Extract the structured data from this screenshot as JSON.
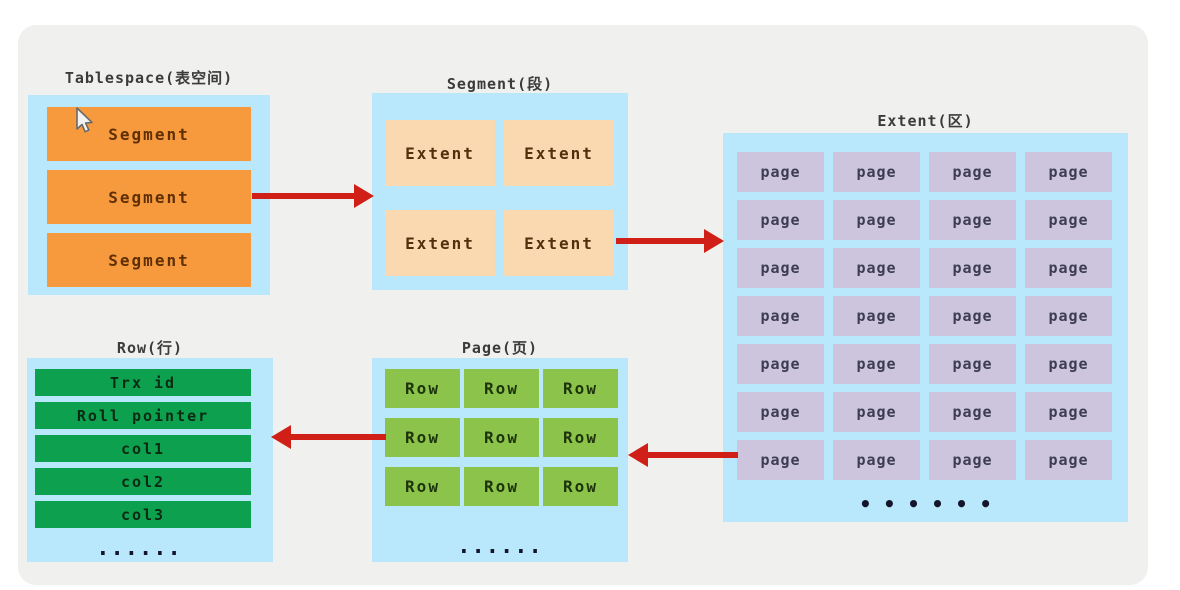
{
  "colors": {
    "panel_bg": "#f0f0ee",
    "container_blue": "#b9e7fb",
    "segment_orange": "#f79a3d",
    "extent_peach": "#fbd9b0",
    "page_lavender": "#cdc4dd",
    "row_field_green": "#0da04f",
    "row_cell_green": "#8cc44b",
    "arrow_red": "#cf1f16",
    "title_text": "#3b3b3b"
  },
  "tablespace": {
    "title": "Tablespace(表空间)",
    "segments": [
      "Segment",
      "Segment",
      "Segment"
    ]
  },
  "segment": {
    "title": "Segment(段)",
    "extents": [
      "Extent",
      "Extent",
      "Extent",
      "Extent"
    ]
  },
  "extent": {
    "title": "Extent(区)",
    "grid": {
      "rows": 7,
      "cols": 4,
      "label": "page"
    },
    "ellipsis": "••••••"
  },
  "page": {
    "title": "Page(页)",
    "grid": {
      "rows": 3,
      "cols": 3,
      "label": "Row"
    },
    "ellipsis": "......"
  },
  "row": {
    "title": "Row(行)",
    "fields": [
      "Trx id",
      "Roll pointer",
      "col1",
      "col2",
      "col3"
    ],
    "ellipsis": "......"
  }
}
